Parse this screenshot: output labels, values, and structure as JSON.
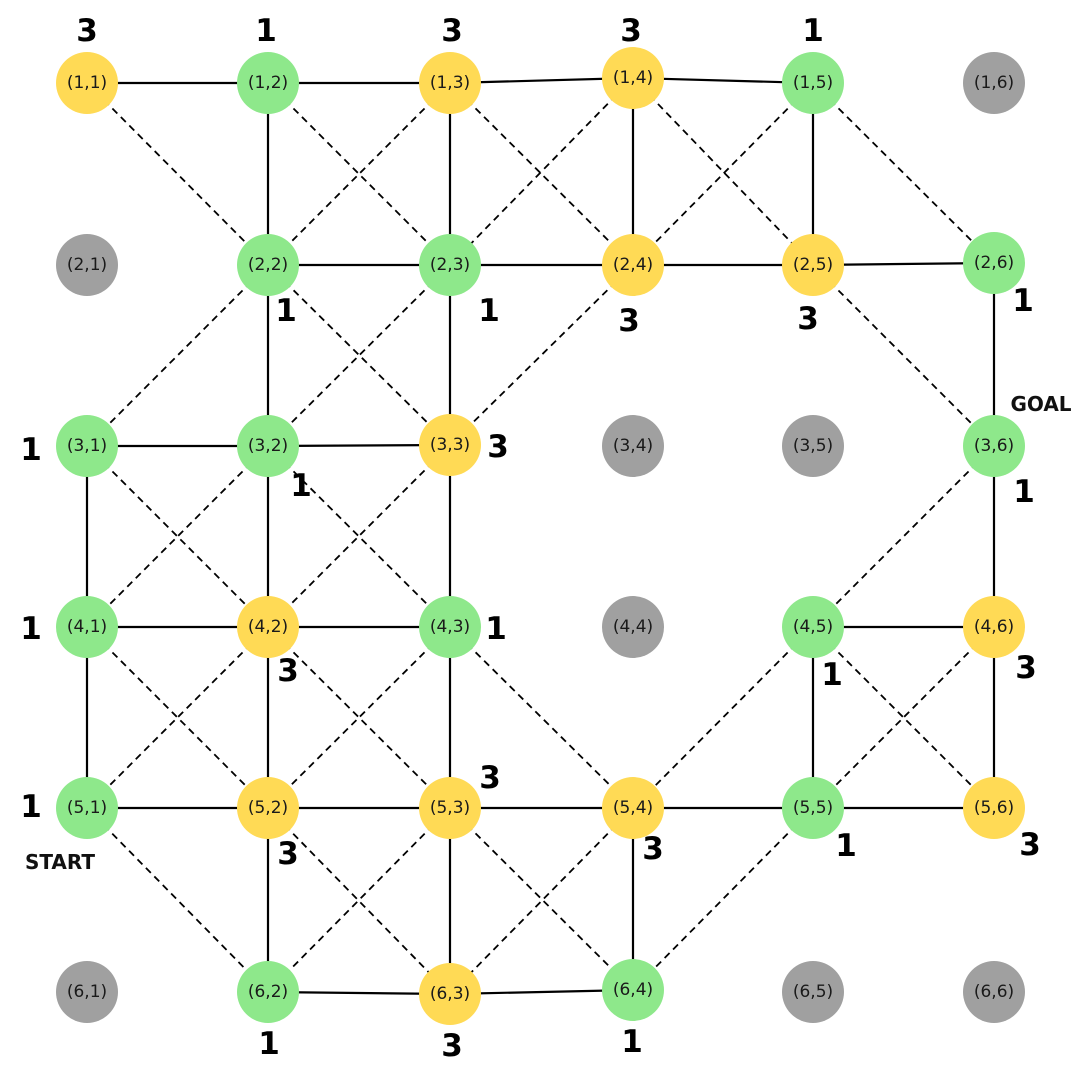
{
  "colors": {
    "cost_1": "#8ee88b",
    "cost_3": "#ffda55",
    "blocked": "#a0a0a0",
    "edge": "#000000"
  },
  "markers": {
    "start": "START",
    "goal": "GOAL"
  },
  "nodes": [
    {
      "id": "(1,1)",
      "type": "cost_3",
      "weight": "3"
    },
    {
      "id": "(1,2)",
      "type": "cost_1",
      "weight": "1"
    },
    {
      "id": "(1,3)",
      "type": "cost_3",
      "weight": "3"
    },
    {
      "id": "(1,4)",
      "type": "cost_3",
      "weight": "3"
    },
    {
      "id": "(1,5)",
      "type": "cost_1",
      "weight": "1"
    },
    {
      "id": "(1,6)",
      "type": "blocked",
      "weight": ""
    },
    {
      "id": "(2,1)",
      "type": "blocked",
      "weight": ""
    },
    {
      "id": "(2,2)",
      "type": "cost_1",
      "weight": "1"
    },
    {
      "id": "(2,3)",
      "type": "cost_1",
      "weight": "1"
    },
    {
      "id": "(2,4)",
      "type": "cost_3",
      "weight": "3"
    },
    {
      "id": "(2,5)",
      "type": "cost_3",
      "weight": "3"
    },
    {
      "id": "(2,6)",
      "type": "cost_1",
      "weight": "1"
    },
    {
      "id": "(3,1)",
      "type": "cost_1",
      "weight": "1"
    },
    {
      "id": "(3,2)",
      "type": "cost_1",
      "weight": "1"
    },
    {
      "id": "(3,3)",
      "type": "cost_3",
      "weight": "3"
    },
    {
      "id": "(3,4)",
      "type": "blocked",
      "weight": ""
    },
    {
      "id": "(3,5)",
      "type": "blocked",
      "weight": ""
    },
    {
      "id": "(3,6)",
      "type": "cost_1",
      "weight": "1"
    },
    {
      "id": "(4,1)",
      "type": "cost_1",
      "weight": "1"
    },
    {
      "id": "(4,2)",
      "type": "cost_3",
      "weight": "3"
    },
    {
      "id": "(4,3)",
      "type": "cost_1",
      "weight": "1"
    },
    {
      "id": "(4,4)",
      "type": "blocked",
      "weight": ""
    },
    {
      "id": "(4,5)",
      "type": "cost_1",
      "weight": "1"
    },
    {
      "id": "(4,6)",
      "type": "cost_3",
      "weight": "3"
    },
    {
      "id": "(5,1)",
      "type": "cost_1",
      "weight": "1"
    },
    {
      "id": "(5,2)",
      "type": "cost_3",
      "weight": "3"
    },
    {
      "id": "(5,3)",
      "type": "cost_3",
      "weight": "3"
    },
    {
      "id": "(5,4)",
      "type": "cost_3",
      "weight": "3"
    },
    {
      "id": "(5,5)",
      "type": "cost_1",
      "weight": "1"
    },
    {
      "id": "(5,6)",
      "type": "cost_3",
      "weight": "3"
    },
    {
      "id": "(6,1)",
      "type": "blocked",
      "weight": ""
    },
    {
      "id": "(6,2)",
      "type": "cost_1",
      "weight": "1"
    },
    {
      "id": "(6,3)",
      "type": "cost_3",
      "weight": "3"
    },
    {
      "id": "(6,4)",
      "type": "cost_1",
      "weight": "1"
    },
    {
      "id": "(6,5)",
      "type": "blocked",
      "weight": ""
    },
    {
      "id": "(6,6)",
      "type": "blocked",
      "weight": ""
    }
  ],
  "edges": [
    {
      "a": "(1,1)",
      "b": "(1,2)",
      "style": "solid"
    },
    {
      "a": "(1,2)",
      "b": "(1,3)",
      "style": "solid"
    },
    {
      "a": "(1,3)",
      "b": "(1,4)",
      "style": "solid"
    },
    {
      "a": "(1,4)",
      "b": "(1,5)",
      "style": "solid"
    },
    {
      "a": "(1,2)",
      "b": "(2,2)",
      "style": "solid"
    },
    {
      "a": "(1,3)",
      "b": "(2,3)",
      "style": "solid"
    },
    {
      "a": "(1,4)",
      "b": "(2,4)",
      "style": "solid"
    },
    {
      "a": "(1,5)",
      "b": "(2,5)",
      "style": "solid"
    },
    {
      "a": "(2,2)",
      "b": "(2,3)",
      "style": "solid"
    },
    {
      "a": "(2,3)",
      "b": "(2,4)",
      "style": "solid"
    },
    {
      "a": "(2,4)",
      "b": "(2,5)",
      "style": "solid"
    },
    {
      "a": "(2,5)",
      "b": "(2,6)",
      "style": "solid"
    },
    {
      "a": "(2,2)",
      "b": "(3,2)",
      "style": "solid"
    },
    {
      "a": "(2,3)",
      "b": "(3,3)",
      "style": "solid"
    },
    {
      "a": "(2,6)",
      "b": "(3,6)",
      "style": "solid"
    },
    {
      "a": "(3,1)",
      "b": "(3,2)",
      "style": "solid"
    },
    {
      "a": "(3,2)",
      "b": "(3,3)",
      "style": "solid"
    },
    {
      "a": "(3,1)",
      "b": "(4,1)",
      "style": "solid"
    },
    {
      "a": "(3,2)",
      "b": "(4,2)",
      "style": "solid"
    },
    {
      "a": "(3,3)",
      "b": "(4,3)",
      "style": "solid"
    },
    {
      "a": "(3,6)",
      "b": "(4,6)",
      "style": "solid"
    },
    {
      "a": "(4,1)",
      "b": "(4,2)",
      "style": "solid"
    },
    {
      "a": "(4,2)",
      "b": "(4,3)",
      "style": "solid"
    },
    {
      "a": "(4,5)",
      "b": "(4,6)",
      "style": "solid"
    },
    {
      "a": "(4,1)",
      "b": "(5,1)",
      "style": "solid"
    },
    {
      "a": "(4,2)",
      "b": "(5,2)",
      "style": "solid"
    },
    {
      "a": "(4,3)",
      "b": "(5,3)",
      "style": "solid"
    },
    {
      "a": "(4,5)",
      "b": "(5,5)",
      "style": "solid"
    },
    {
      "a": "(4,6)",
      "b": "(5,6)",
      "style": "solid"
    },
    {
      "a": "(5,1)",
      "b": "(5,2)",
      "style": "solid"
    },
    {
      "a": "(5,2)",
      "b": "(5,3)",
      "style": "solid"
    },
    {
      "a": "(5,3)",
      "b": "(5,4)",
      "style": "solid"
    },
    {
      "a": "(5,4)",
      "b": "(5,5)",
      "style": "solid"
    },
    {
      "a": "(5,5)",
      "b": "(5,6)",
      "style": "solid"
    },
    {
      "a": "(5,2)",
      "b": "(6,2)",
      "style": "solid"
    },
    {
      "a": "(5,3)",
      "b": "(6,3)",
      "style": "solid"
    },
    {
      "a": "(5,4)",
      "b": "(6,4)",
      "style": "solid"
    },
    {
      "a": "(6,2)",
      "b": "(6,3)",
      "style": "solid"
    },
    {
      "a": "(6,3)",
      "b": "(6,4)",
      "style": "solid"
    },
    {
      "a": "(1,1)",
      "b": "(2,2)",
      "style": "dashed"
    },
    {
      "a": "(1,2)",
      "b": "(2,3)",
      "style": "dashed"
    },
    {
      "a": "(1,3)",
      "b": "(2,2)",
      "style": "dashed"
    },
    {
      "a": "(1,3)",
      "b": "(2,4)",
      "style": "dashed"
    },
    {
      "a": "(1,4)",
      "b": "(2,3)",
      "style": "dashed"
    },
    {
      "a": "(1,4)",
      "b": "(2,5)",
      "style": "dashed"
    },
    {
      "a": "(1,5)",
      "b": "(2,4)",
      "style": "dashed"
    },
    {
      "a": "(1,5)",
      "b": "(2,6)",
      "style": "dashed"
    },
    {
      "a": "(2,2)",
      "b": "(3,1)",
      "style": "dashed"
    },
    {
      "a": "(2,2)",
      "b": "(3,3)",
      "style": "dashed"
    },
    {
      "a": "(2,3)",
      "b": "(3,2)",
      "style": "dashed"
    },
    {
      "a": "(2,4)",
      "b": "(3,3)",
      "style": "dashed"
    },
    {
      "a": "(2,5)",
      "b": "(3,6)",
      "style": "dashed"
    },
    {
      "a": "(3,1)",
      "b": "(4,2)",
      "style": "dashed"
    },
    {
      "a": "(3,2)",
      "b": "(4,1)",
      "style": "dashed"
    },
    {
      "a": "(3,2)",
      "b": "(4,3)",
      "style": "dashed"
    },
    {
      "a": "(3,3)",
      "b": "(4,2)",
      "style": "dashed"
    },
    {
      "a": "(3,6)",
      "b": "(4,5)",
      "style": "dashed"
    },
    {
      "a": "(4,1)",
      "b": "(5,2)",
      "style": "dashed"
    },
    {
      "a": "(4,2)",
      "b": "(5,1)",
      "style": "dashed"
    },
    {
      "a": "(4,2)",
      "b": "(5,3)",
      "style": "dashed"
    },
    {
      "a": "(4,3)",
      "b": "(5,2)",
      "style": "dashed"
    },
    {
      "a": "(4,3)",
      "b": "(5,4)",
      "style": "dashed"
    },
    {
      "a": "(4,5)",
      "b": "(5,4)",
      "style": "dashed"
    },
    {
      "a": "(4,5)",
      "b": "(5,6)",
      "style": "dashed"
    },
    {
      "a": "(4,6)",
      "b": "(5,5)",
      "style": "dashed"
    },
    {
      "a": "(5,1)",
      "b": "(6,2)",
      "style": "dashed"
    },
    {
      "a": "(5,2)",
      "b": "(6,3)",
      "style": "dashed"
    },
    {
      "a": "(5,3)",
      "b": "(6,2)",
      "style": "dashed"
    },
    {
      "a": "(5,3)",
      "b": "(6,4)",
      "style": "dashed"
    },
    {
      "a": "(5,4)",
      "b": "(6,3)",
      "style": "dashed"
    },
    {
      "a": "(5,5)",
      "b": "(6,4)",
      "style": "dashed"
    }
  ]
}
